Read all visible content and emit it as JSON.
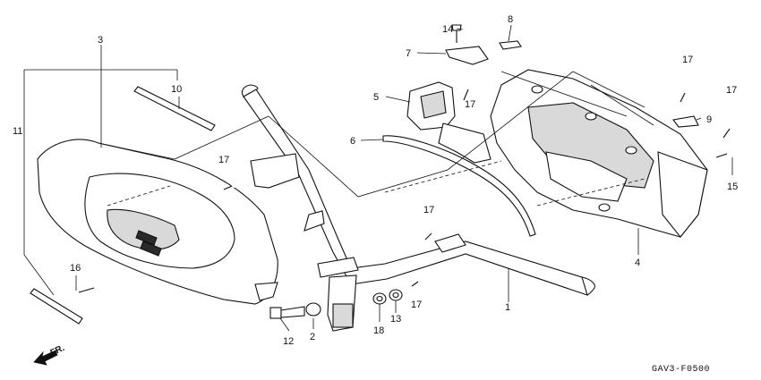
{
  "parts": [
    {
      "id": "p1",
      "callout": "1"
    },
    {
      "id": "p2",
      "callout": "2"
    },
    {
      "id": "p3",
      "callout": "3"
    },
    {
      "id": "p4",
      "callout": "4"
    },
    {
      "id": "p5",
      "callout": "5"
    },
    {
      "id": "p6",
      "callout": "6"
    },
    {
      "id": "p7",
      "callout": "7"
    },
    {
      "id": "p8",
      "callout": "8"
    },
    {
      "id": "p9",
      "callout": "9"
    },
    {
      "id": "p10",
      "callout": "10"
    },
    {
      "id": "p11",
      "callout": "11"
    },
    {
      "id": "p12",
      "callout": "12"
    },
    {
      "id": "p13",
      "callout": "13"
    },
    {
      "id": "p14",
      "callout": "14"
    },
    {
      "id": "p15",
      "callout": "15"
    },
    {
      "id": "p16",
      "callout": "16"
    },
    {
      "id": "p17a",
      "callout": "17"
    },
    {
      "id": "p17b",
      "callout": "17"
    },
    {
      "id": "p17c",
      "callout": "17"
    },
    {
      "id": "p17d",
      "callout": "17"
    },
    {
      "id": "p17e",
      "callout": "17"
    },
    {
      "id": "p17f",
      "callout": "17"
    },
    {
      "id": "p18",
      "callout": "18"
    }
  ],
  "direction_label": "FR.",
  "drawing_code": "GAV3-F0500"
}
